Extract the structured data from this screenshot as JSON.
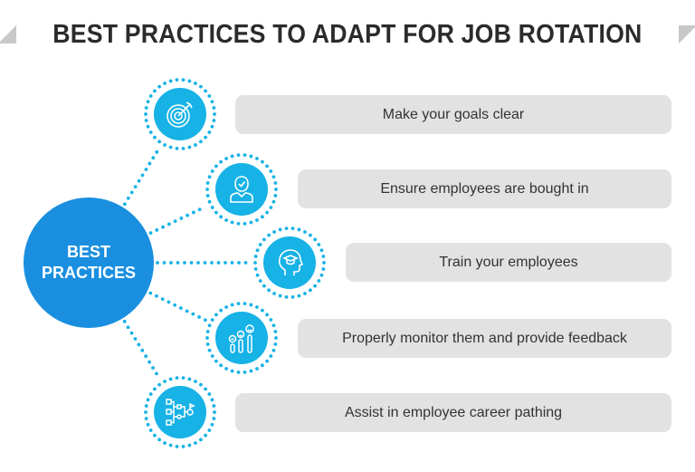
{
  "title": "BEST PRACTICES TO ADAPT FOR JOB ROTATION",
  "hub": {
    "line1": "BEST",
    "line2": "PRACTICES"
  },
  "practices": [
    {
      "label": "Make your goals clear",
      "icon": "target-icon"
    },
    {
      "label": "Ensure employees are bought in",
      "icon": "employee-check-icon"
    },
    {
      "label": "Train your employees",
      "icon": "head-graduation-icon"
    },
    {
      "label": "Properly monitor them and provide feedback",
      "icon": "feedback-bars-icon"
    },
    {
      "label": "Assist in employee career pathing",
      "icon": "career-path-icon"
    }
  ],
  "colors": {
    "hub": "#1a8fe0",
    "node": "#17b2e6",
    "pill": "#e2e2e2"
  }
}
